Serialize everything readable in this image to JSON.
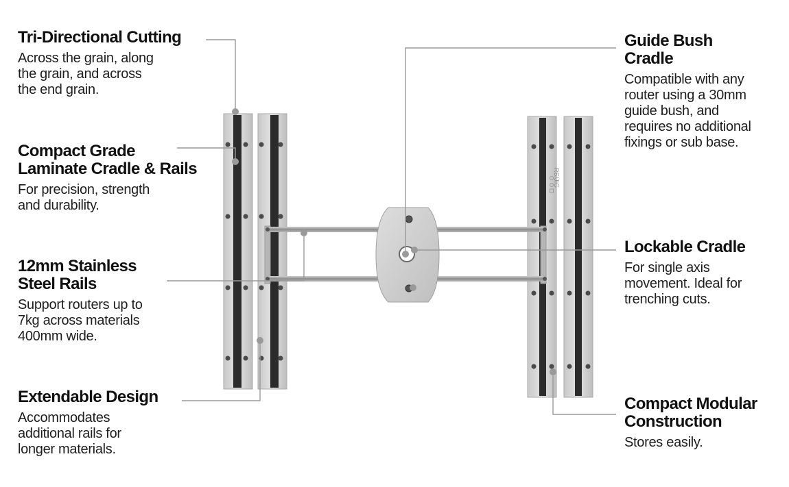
{
  "features": {
    "tri_directional": {
      "title": "Tri-Directional Cutting",
      "text": "Across the grain, along\nthe grain, and across\nthe end grain."
    },
    "compact_grade": {
      "title": "Compact Grade\nLaminate Cradle & Rails",
      "text": "For precision, strength\nand durability."
    },
    "stainless_rails": {
      "title": "12mm Stainless\nSteel Rails",
      "text": "Support routers up to\n7kg across materials\n400mm wide."
    },
    "extendable": {
      "title": "Extendable Design",
      "text": "Accommodates\nadditional rails for\nlonger materials."
    },
    "guide_bush": {
      "title": "Guide Bush\nCradle",
      "text": "Compatible with any\nrouter using a 30mm\nguide bush, and\nrequires no additional\nfixings or sub base."
    },
    "lockable": {
      "title": "Lockable Cradle",
      "text": "For single axis\nmovement. Ideal for\ntrenching cuts."
    },
    "modular": {
      "title": "Compact Modular\nConstruction",
      "text": "Stores easily."
    }
  },
  "product_marking": "RS/JIG",
  "colors": {
    "leader_line": "#9a9a9a",
    "rail_light": "#d4d4d4",
    "rail_groove": "#2b2b2b",
    "steel_rod": "#a8a8a8"
  }
}
